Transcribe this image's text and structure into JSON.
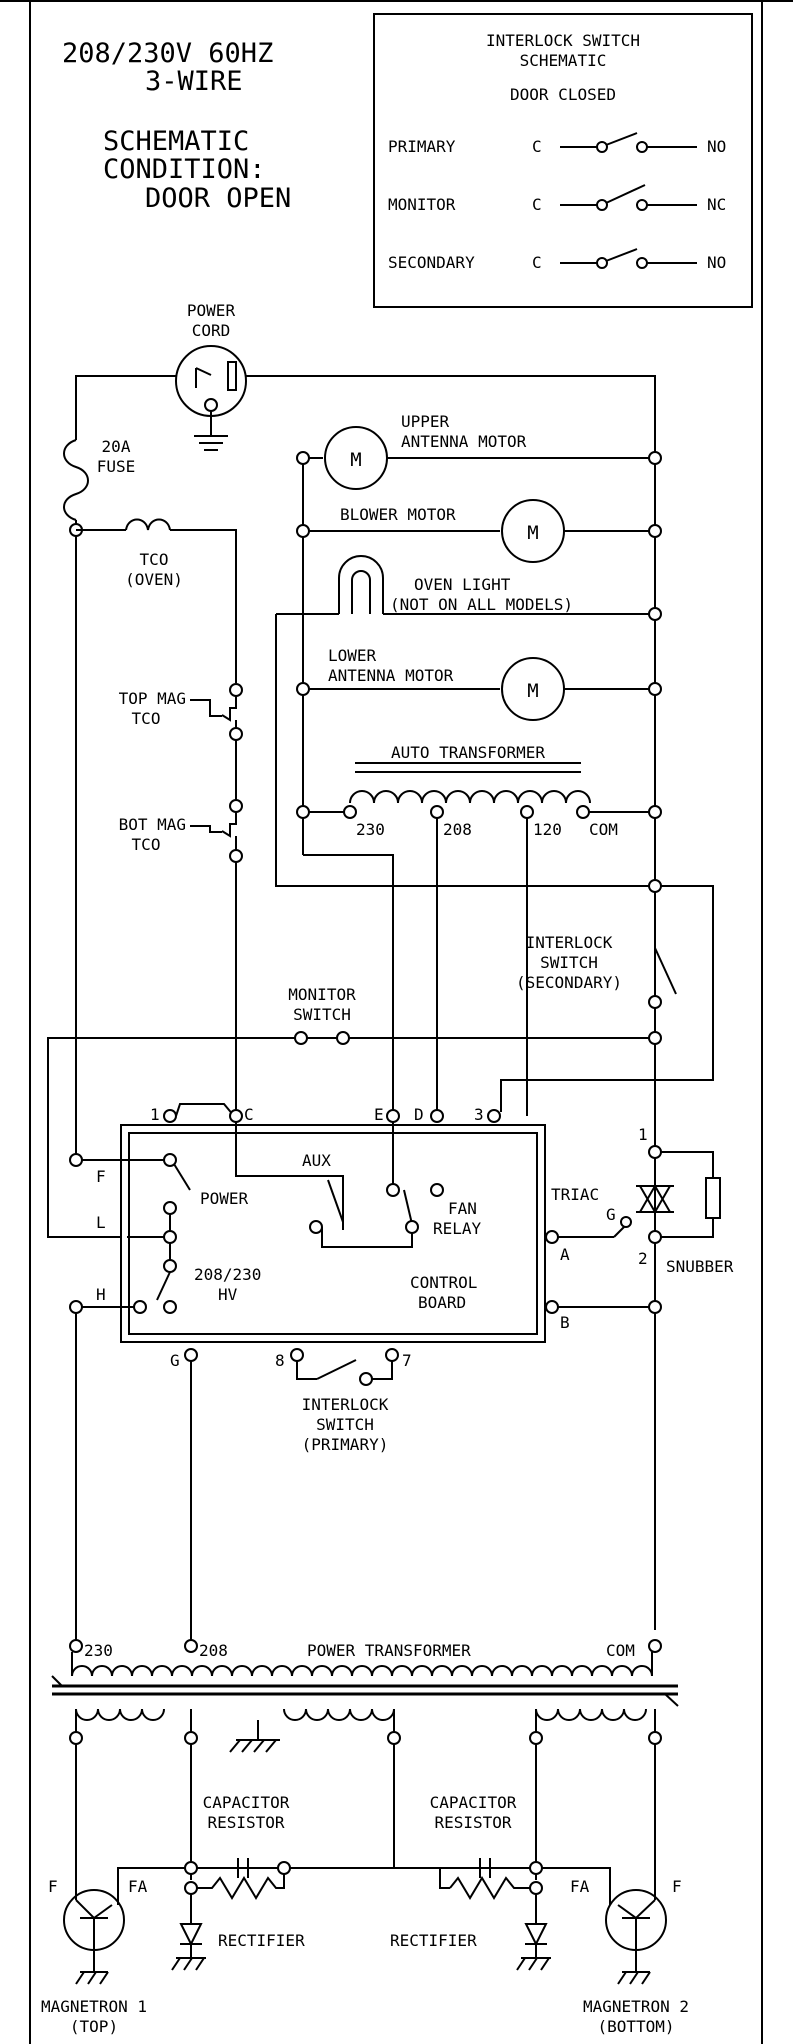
{
  "header": {
    "voltage_line1": "208/230V 60HZ",
    "voltage_line2": "3-WIRE",
    "condition_line1": "SCHEMATIC",
    "condition_line2": "CONDITION:",
    "condition_line3": "DOOR OPEN"
  },
  "legend": {
    "title_line1": "INTERLOCK SWITCH",
    "title_line2": "SCHEMATIC",
    "subtitle": "DOOR CLOSED",
    "rows": [
      {
        "name": "PRIMARY",
        "common": "C",
        "state": "NO"
      },
      {
        "name": "MONITOR",
        "common": "C",
        "state": "NC"
      },
      {
        "name": "SECONDARY",
        "common": "C",
        "state": "NO"
      }
    ]
  },
  "components": {
    "power_cord_line1": "POWER",
    "power_cord_line2": "CORD",
    "fuse_line1": "20A",
    "fuse_line2": "FUSE",
    "tco_line1": "TCO",
    "tco_line2": "(OVEN)",
    "top_mag_tco_line1": "TOP MAG",
    "top_mag_tco_line2": "TCO",
    "bot_mag_tco_line1": "BOT MAG",
    "bot_mag_tco_line2": "TCO",
    "upper_motor_line1": "UPPER",
    "upper_motor_line2": "ANTENNA MOTOR",
    "motor_symbol": "M",
    "blower_motor": "BLOWER MOTOR",
    "oven_light_line1": "OVEN LIGHT",
    "oven_light_line2": "(NOT ON ALL MODELS)",
    "lower_motor_line1": "LOWER",
    "lower_motor_line2": "ANTENNA MOTOR",
    "auto_transformer": "AUTO TRANSFORMER",
    "tap_230": "230",
    "tap_208": "208",
    "tap_120": "120",
    "tap_com": "COM",
    "interlock_secondary_line1": "INTERLOCK",
    "interlock_secondary_line2": "SWITCH",
    "interlock_secondary_line3": "(SECONDARY)",
    "monitor_switch_line1": "MONITOR",
    "monitor_switch_line2": "SWITCH",
    "interlock_primary_line1": "INTERLOCK",
    "interlock_primary_line2": "SWITCH",
    "interlock_primary_line3": "(PRIMARY)",
    "triac": "TRIAC",
    "snubber": "SNUBBER",
    "power_transformer": "POWER TRANSFORMER",
    "pt_230": "230",
    "pt_208": "208",
    "pt_com": "COM",
    "capacitor_line1": "CAPACITOR",
    "capacitor_line2": "RESISTOR",
    "rectifier": "RECTIFIER",
    "magnetron1_line1": "MAGNETRON 1",
    "magnetron1_line2": "(TOP)",
    "magnetron2_line1": "MAGNETRON 2",
    "magnetron2_line2": "(BOTTOM)",
    "filament": "F",
    "filament_a": "FA"
  },
  "board": {
    "power": "POWER",
    "aux": "AUX",
    "fan_line1": "FAN",
    "fan_line2": "RELAY",
    "hv_line1": "208/230",
    "hv_line2": "HV",
    "cb_line1": "CONTROL",
    "cb_line2": "BOARD",
    "pins": {
      "p1": "1",
      "c": "C",
      "e": "E",
      "d": "D",
      "p3": "3",
      "f": "F",
      "l": "L",
      "h": "H",
      "g": "G",
      "a": "A",
      "b": "B",
      "p8": "8",
      "p7": "7",
      "t1": "1",
      "t2": "2",
      "tg": "G"
    }
  }
}
